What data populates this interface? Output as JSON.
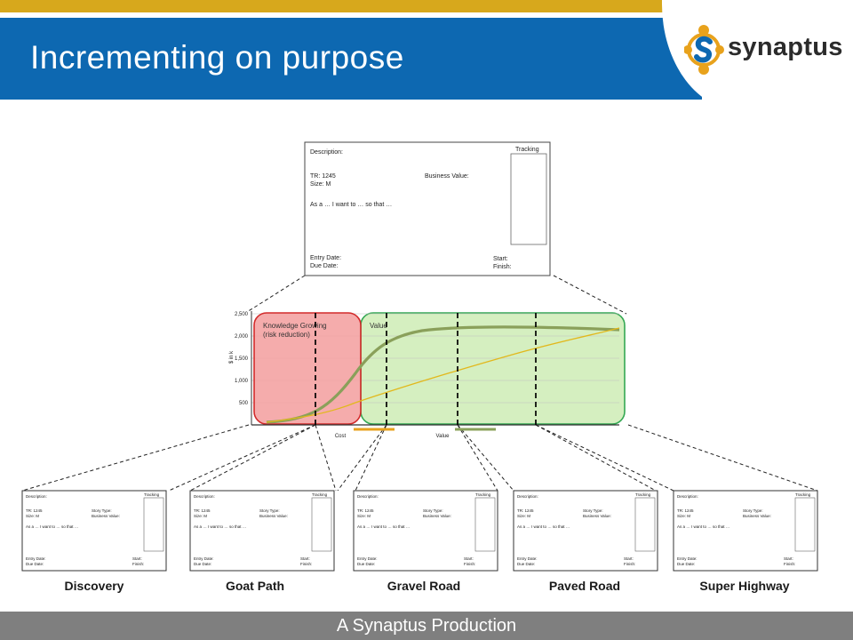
{
  "header": {
    "title": "Incrementing on purpose"
  },
  "logo": {
    "text": "synaptus"
  },
  "footer": {
    "text": "A Synaptus Production"
  },
  "card": {
    "description": "Description:",
    "tracking": "Tracking",
    "tr": "TR: 1245",
    "size": "Size: M",
    "business_value": "Business Value:",
    "story_type": "Story Type:",
    "story": "As a … I want to … so that …",
    "entry_date": "Entry Date:",
    "due_date": "Due Date:",
    "start": "Start:",
    "finish": "Finish:"
  },
  "chart": {
    "y_label": "$ in k",
    "y_ticks": [
      "2,500",
      "2,000",
      "1,500",
      "1,000",
      "500"
    ],
    "knowledge_label_1": "Knowledge Growing",
    "knowledge_label_2": "(risk reduction)",
    "value_region_label": "Value",
    "cost_label": "Cost",
    "value_label": "Value"
  },
  "stages": [
    "Discovery",
    "Goat Path",
    "Gravel Road",
    "Paved Road",
    "Super Highway"
  ]
}
